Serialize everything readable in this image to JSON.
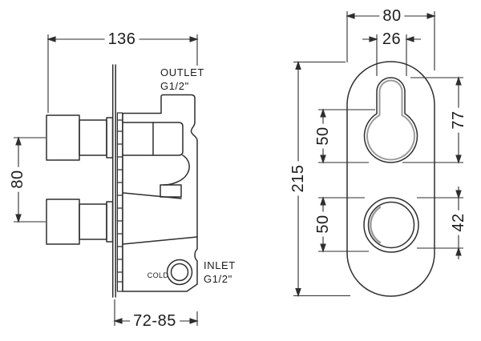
{
  "drawing": {
    "title": "shower-valve-technical-drawing",
    "left_view": {
      "dim_total_width": "136",
      "dim_handle_spacing": "80",
      "dim_depth_range": "72-85",
      "outlet_label_line1": "OUTLET",
      "outlet_label_line2": "G1/2\"",
      "inlet_label_line1": "INLET",
      "inlet_label_line2": "G1/2\"",
      "cold_label": "COLD"
    },
    "right_view": {
      "dim_plate_width": "80",
      "dim_stem_width": "26",
      "dim_plate_height": "215",
      "dim_keyhole_height": "77",
      "dim_upper_knob_diameter": "50",
      "dim_lower_knob_spacing": "50",
      "dim_lower_knob_diameter": "42"
    },
    "colors": {
      "line": "#2e2e2e",
      "secondary_line": "#9a9a9a",
      "text": "#1c1c1c",
      "background": "#ffffff"
    }
  }
}
